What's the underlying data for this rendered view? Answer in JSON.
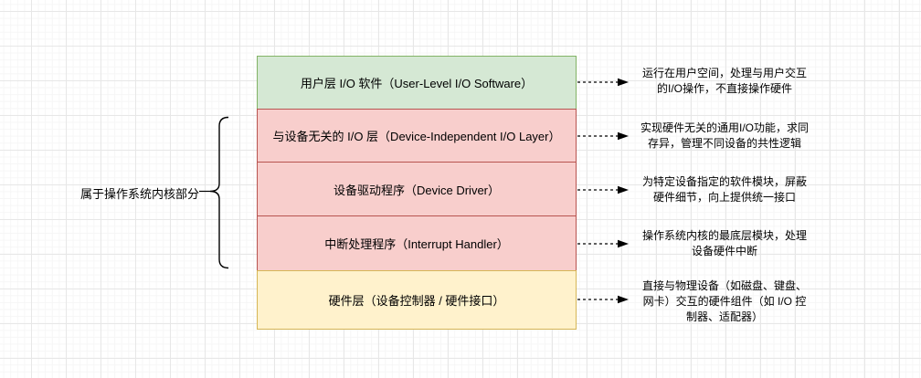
{
  "diagram": {
    "kernel_label": "属于操作系统内核部分",
    "layers": [
      {
        "title": "用户层 I/O 软件（User-Level I/O Software）",
        "color": "green",
        "note": "运行在用户空间，处理与用户交互\n的I/O操作，不直接操作硬件"
      },
      {
        "title": "与设备无关的 I/O 层（Device-Independent I/O Layer）",
        "color": "red",
        "note": "实现硬件无关的通用I/O功能，求同\n存异，管理不同设备的共性逻辑"
      },
      {
        "title": "设备驱动程序（Device Driver）",
        "color": "red",
        "note": "为特定设备指定的软件模块，屏蔽\n硬件细节，向上提供统一接口"
      },
      {
        "title": "中断处理程序（Interrupt Handler）",
        "color": "red",
        "note": "操作系统内核的最底层模块，处理\n设备硬件中断"
      },
      {
        "title": "硬件层（设备控制器 / 硬件接口）",
        "color": "yellow",
        "note": "直接与物理设备（如磁盘、键盘、\n网卡）交互的硬件组件（如 I/O 控\n制器、适配器）"
      }
    ],
    "colors": {
      "green_fill": "#d5e8d4",
      "green_stroke": "#82b366",
      "red_fill": "#f8cecc",
      "red_stroke": "#b85450",
      "yellow_fill": "#fff2cc",
      "yellow_stroke": "#d6b656",
      "line_color": "#000000"
    }
  }
}
